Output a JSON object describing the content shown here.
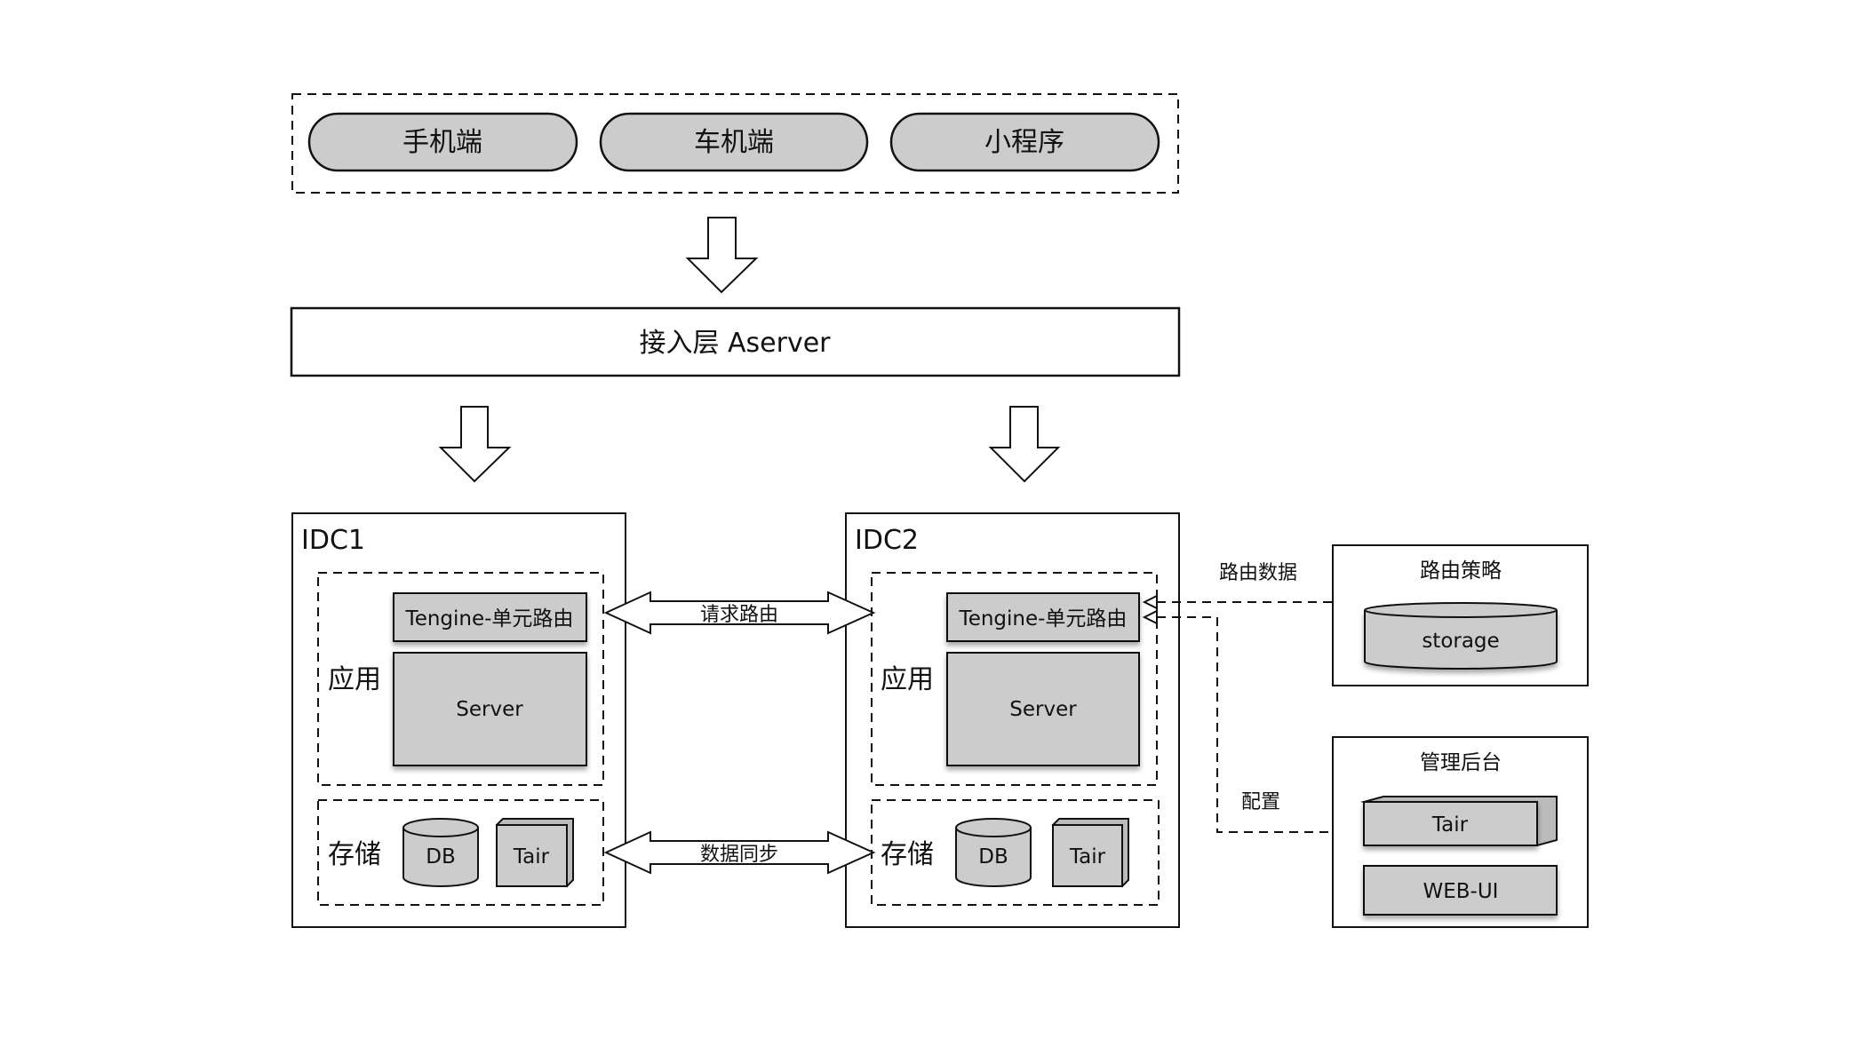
{
  "clients": {
    "items": [
      {
        "label": "手机端"
      },
      {
        "label": "车机端"
      },
      {
        "label": "小程序"
      }
    ]
  },
  "access_layer": {
    "label": "接入层 Aserver"
  },
  "idcs": [
    {
      "title": "IDC1",
      "app_group": {
        "label": "应用",
        "router": "Tengine-单元路由",
        "server": "Server"
      },
      "storage_group": {
        "label": "存储",
        "db": "DB",
        "cache": "Tair"
      }
    },
    {
      "title": "IDC2",
      "app_group": {
        "label": "应用",
        "router": "Tengine-单元路由",
        "server": "Server"
      },
      "storage_group": {
        "label": "存储",
        "db": "DB",
        "cache": "Tair"
      }
    }
  ],
  "links": {
    "request_routing": "请求路由",
    "data_sync": "数据同步",
    "routing_data": "路由数据",
    "config": "配置"
  },
  "routing_policy": {
    "title": "路由策略",
    "storage": "storage"
  },
  "admin": {
    "title": "管理后台",
    "cache": "Tair",
    "web_ui": "WEB-UI"
  },
  "colors": {
    "box_fill": "#cccccc",
    "stroke": "#111111",
    "background": "#ffffff"
  }
}
